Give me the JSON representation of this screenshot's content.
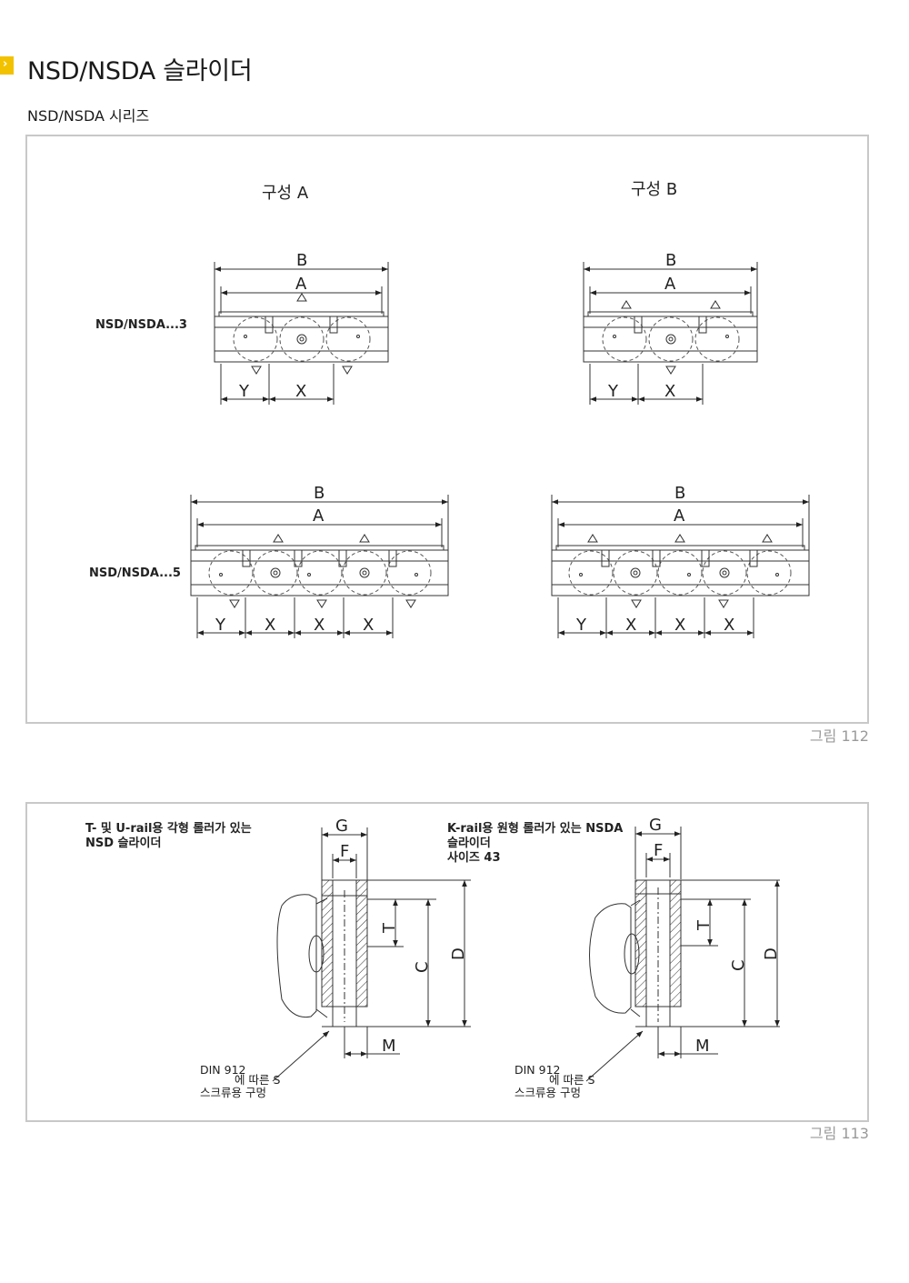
{
  "header": {
    "title": "NSD/NSDA 슬라이더",
    "subtitle": "NSD/NSDA 시리즈",
    "marker_color": "#f2c200"
  },
  "figure1": {
    "caption": "그림 112",
    "config_a": "구성   A",
    "config_b": "구성   B",
    "row_labels": [
      "NSD/NSDA...3",
      "NSD/NSDA...5"
    ],
    "dims": {
      "b": "B",
      "a": "A",
      "x": "X",
      "y": "Y"
    }
  },
  "figure2": {
    "caption": "그림 113",
    "left_title": [
      "T- 및 U-rail용 각형 롤러가 있는",
      "NSD 슬라이더"
    ],
    "right_title": [
      "K-rail용 원형 롤러가 있는 NSDA",
      "슬라이더",
      "사이즈 43"
    ],
    "screw_note": [
      "DIN 912",
      "스크류용 구멍",
      "에 따른 S"
    ],
    "dims": {
      "g": "G",
      "f": "F",
      "t": "T",
      "c": "C",
      "d": "D",
      "m": "M"
    }
  }
}
